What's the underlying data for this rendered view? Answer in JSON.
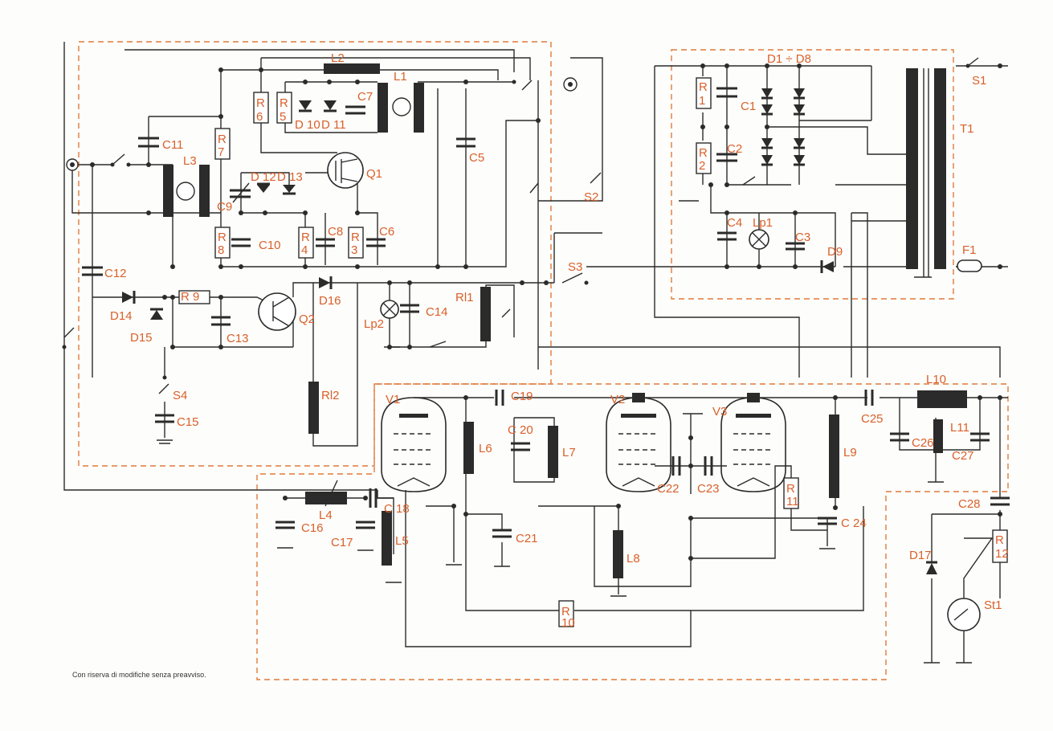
{
  "footnote": "Con riserva di modifiche senza preavviso.",
  "components": {
    "L2": "L2",
    "L1": "L1",
    "R6": "R",
    "R6n": "6",
    "R5": "R",
    "R5n": "5",
    "D10": "D 10",
    "D11": "D 11",
    "C7": "C7",
    "C11": "C11",
    "R7": "R",
    "R7n": "7",
    "L3": "L3",
    "D12": "D 12",
    "D13": "D 13",
    "Q1": "Q1",
    "C5": "C5",
    "S2": "S2",
    "C9": "C9",
    "R8": "R",
    "R8n": "8",
    "C10": "C10",
    "R4": "R",
    "R4n": "4",
    "C8": "C8",
    "R3": "R",
    "R3n": "3",
    "C6": "C6",
    "C12": "C12",
    "D14": "D14",
    "R9": "R",
    "R9n": "9",
    "D16": "D16",
    "Q2": "Q2",
    "Lp2": "Lp2",
    "C14": "C14",
    "Rl1": "Rl1",
    "S3": "S3",
    "D15": "D15",
    "C13": "C13",
    "S4": "S4",
    "C15": "C15",
    "Rl2": "Rl2",
    "D1D8": "D1 ÷ D8",
    "R1": "R",
    "R1n": "1",
    "C1": "C1",
    "R2": "R",
    "R2n": "2",
    "C2": "C2",
    "S1": "S1",
    "T1": "T1",
    "C4": "C4",
    "Lp1": "Lp1",
    "C3": "C3",
    "D9": "D9",
    "F1": "F1",
    "V1": "V1",
    "C19": "C19",
    "C20": "C 20",
    "L6": "L6",
    "L7": "L7",
    "V2": "V2",
    "V3": "V3",
    "C25": "C25",
    "L10": "L10",
    "C26": "C26",
    "L11": "L11",
    "C27": "C27",
    "L9": "L9",
    "C22": "C22",
    "C23": "C23",
    "R11": "R",
    "R11n": "11",
    "C24": "C 24",
    "C28": "C28",
    "L4": "L4",
    "C16": "C16",
    "C17": "C17",
    "C18": "C 18",
    "L5": "L5",
    "C21": "C21",
    "L8": "L8",
    "R10": "R",
    "R10n": "10",
    "D17": "D17",
    "R12": "R",
    "R12n": "12",
    "St1": "St1"
  }
}
